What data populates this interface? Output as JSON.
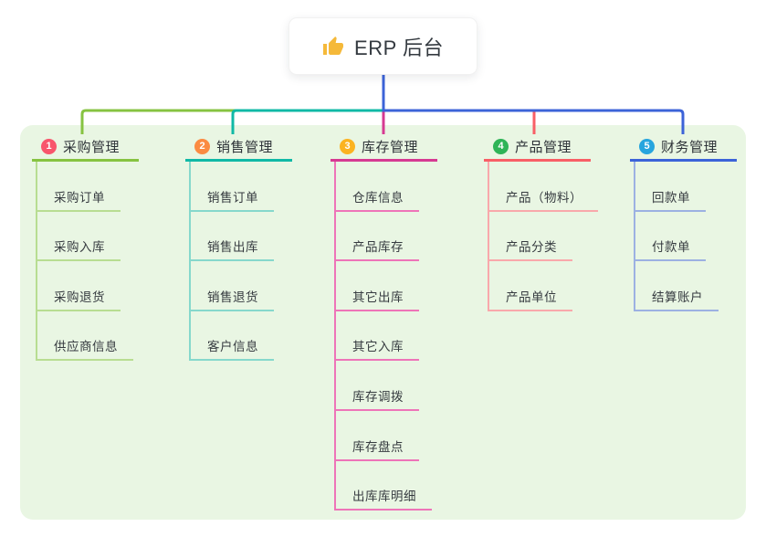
{
  "root": {
    "title": "ERP 后台",
    "icon": "thumbs-up-icon",
    "icon_color": "#f5b93a"
  },
  "colors": {
    "panel_bg": "#e9f6e3",
    "root_line": "#3c63d8"
  },
  "branches": [
    {
      "num": "1",
      "label": "采购管理",
      "badge_color": "#f8566c",
      "line_color": "#86c341",
      "light_color": "#b8dd92",
      "children": [
        "采购订单",
        "采购入库",
        "采购退货",
        "供应商信息"
      ]
    },
    {
      "num": "2",
      "label": "销售管理",
      "badge_color": "#fb8b42",
      "line_color": "#10b9a6",
      "light_color": "#86d8cc",
      "children": [
        "销售订单",
        "销售出库",
        "销售退货",
        "客户信息"
      ]
    },
    {
      "num": "3",
      "label": "库存管理",
      "badge_color": "#fbb321",
      "line_color": "#d63a92",
      "light_color": "#ee74b8",
      "children": [
        "仓库信息",
        "产品库存",
        "其它出库",
        "其它入库",
        "库存调拨",
        "库存盘点",
        "出库库明细"
      ]
    },
    {
      "num": "4",
      "label": "产品管理",
      "badge_color": "#2fb457",
      "line_color": "#f85f66",
      "light_color": "#f9a8ab",
      "children": [
        "产品（物料）",
        "产品分类",
        "产品单位"
      ]
    },
    {
      "num": "5",
      "label": "财务管理",
      "badge_color": "#27a5de",
      "line_color": "#3c63d8",
      "light_color": "#9cb1e2",
      "children": [
        "回款单",
        "付款单",
        "结算账户"
      ]
    }
  ]
}
